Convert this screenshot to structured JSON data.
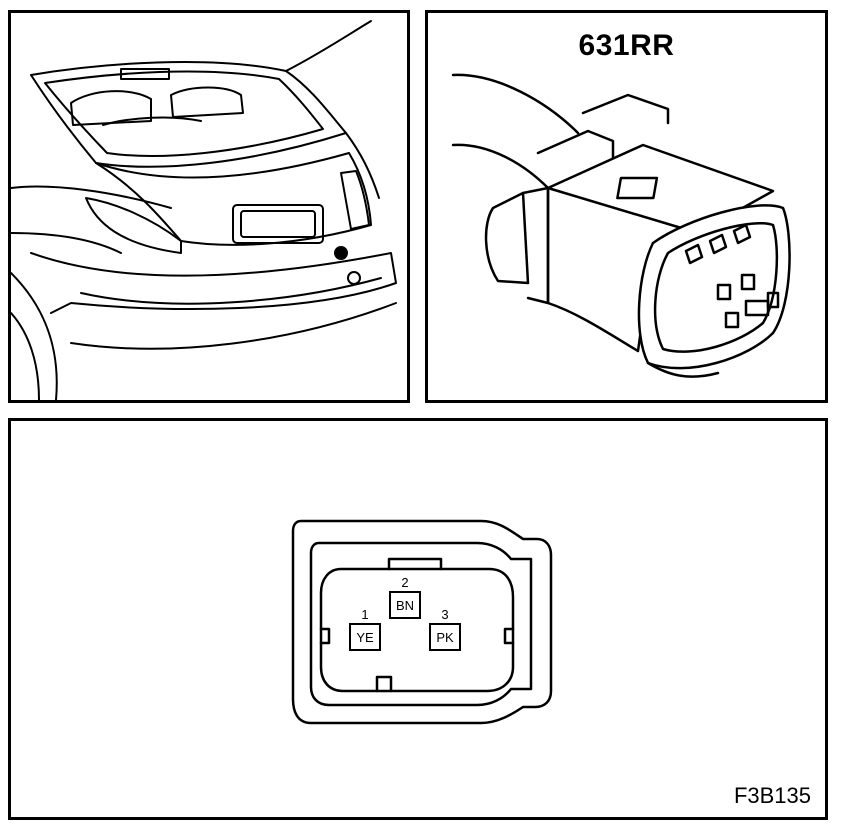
{
  "connector": {
    "title": "631RR"
  },
  "pinout": {
    "pins": [
      {
        "number": "1",
        "color": "YE"
      },
      {
        "number": "2",
        "color": "BN"
      },
      {
        "number": "3",
        "color": "PK"
      }
    ]
  },
  "figure": {
    "id": "F3B135"
  }
}
